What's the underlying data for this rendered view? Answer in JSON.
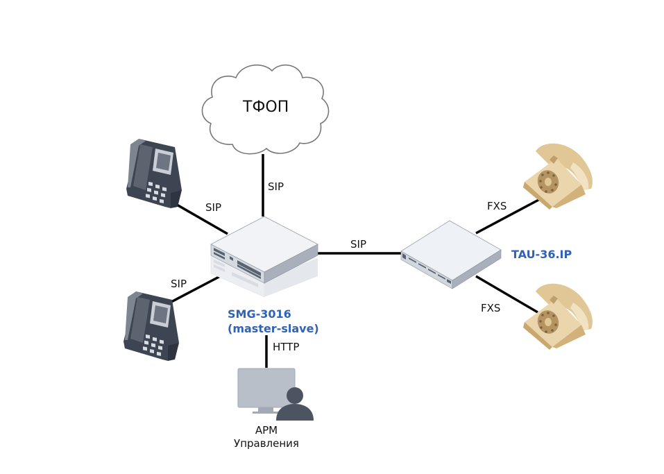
{
  "diagram": {
    "cloud": {
      "label": "ТФОП"
    },
    "gateway": {
      "name_line1": "SMG-3016",
      "name_line2": "(master-slave)"
    },
    "terminal_adapter": {
      "name": "TAU-36.IP"
    },
    "workstation": {
      "caption_line1": "АРМ",
      "caption_line2": "Управления"
    },
    "links": [
      {
        "from": "ТФОП",
        "to": "SMG-3016",
        "protocol": "SIP"
      },
      {
        "from": "IP phone (top)",
        "to": "SMG-3016",
        "protocol": "SIP"
      },
      {
        "from": "IP phone (bottom)",
        "to": "SMG-3016",
        "protocol": "SIP"
      },
      {
        "from": "SMG-3016",
        "to": "TAU-36.IP",
        "protocol": "SIP"
      },
      {
        "from": "TAU-36.IP",
        "to": "Analog phone (top)",
        "protocol": "FXS"
      },
      {
        "from": "TAU-36.IP",
        "to": "Analog phone (bottom)",
        "protocol": "FXS"
      },
      {
        "from": "SMG-3016",
        "to": "АРМ Управления",
        "protocol": "HTTP"
      }
    ],
    "colors": {
      "device_label": "#2f62b8",
      "line": "#000000",
      "ip_phone": "#4a5260",
      "analog_phone": "#e3c99a",
      "device_body": "#e9ecf1"
    }
  }
}
